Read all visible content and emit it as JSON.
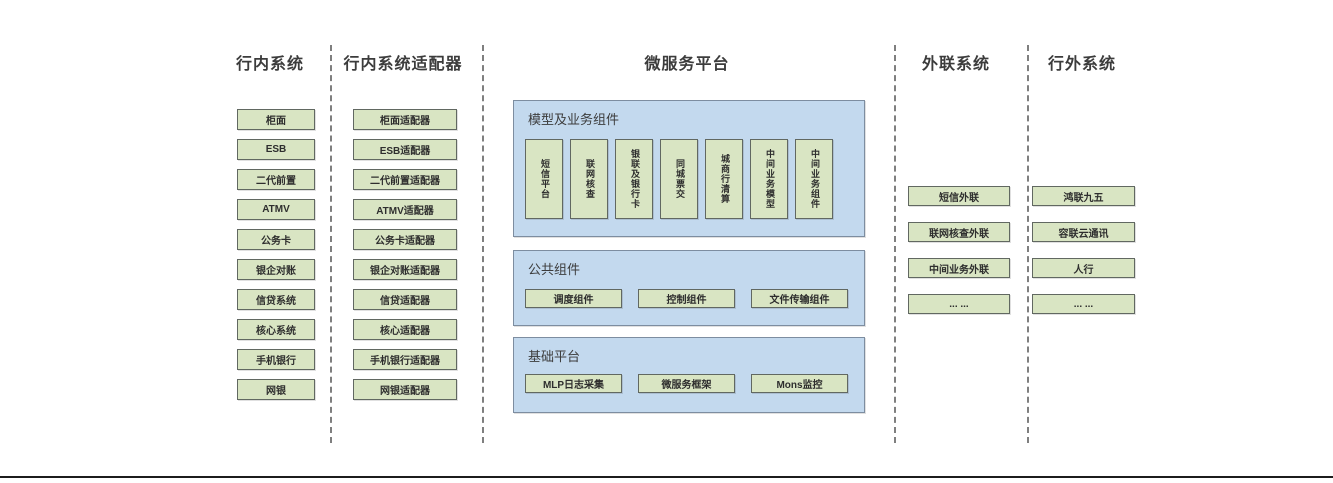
{
  "colors": {
    "box_green": "#d9e5c3",
    "box_border": "#616861",
    "panel_blue": "#c3d9ee",
    "panel_border": "#7d8da0",
    "dash_gray": "#7f7f7f",
    "bottom_line": "#1c1c1c"
  },
  "lanes": {
    "internal_systems": {
      "title": "行内系统",
      "items": [
        "柜面",
        "ESB",
        "二代前置",
        "ATMV",
        "公务卡",
        "银企对账",
        "信贷系统",
        "核心系统",
        "手机银行",
        "网银"
      ]
    },
    "internal_adapters": {
      "title": "行内系统适配器",
      "items": [
        "柜面适配器",
        "ESB适配器",
        "二代前置适配器",
        "ATMV适配器",
        "公务卡适配器",
        "银企对账适配器",
        "信贷适配器",
        "核心适配器",
        "手机银行适配器",
        "网银适配器"
      ]
    },
    "microservice_platform": {
      "title": "微服务平台",
      "panels": [
        {
          "label": "模型及业务组件",
          "items": [
            "短信平台",
            "联网核查",
            "银联及银行卡",
            "同城票交",
            "城商行清算",
            "中间业务模型",
            "中间业务组件"
          ]
        },
        {
          "label": "公共组件",
          "items": [
            "调度组件",
            "控制组件",
            "文件传输组件"
          ]
        },
        {
          "label": "基础平台",
          "items": [
            "MLP日志采集",
            "微服务框架",
            "Mons监控"
          ]
        }
      ]
    },
    "outbound_systems": {
      "title": "外联系统",
      "items": [
        "短信外联",
        "联网核查外联",
        "中间业务外联",
        "... ..."
      ]
    },
    "external_systems": {
      "title": "行外系统",
      "items": [
        "鸿联九五",
        "容联云通讯",
        "人行",
        "... ..."
      ]
    }
  }
}
